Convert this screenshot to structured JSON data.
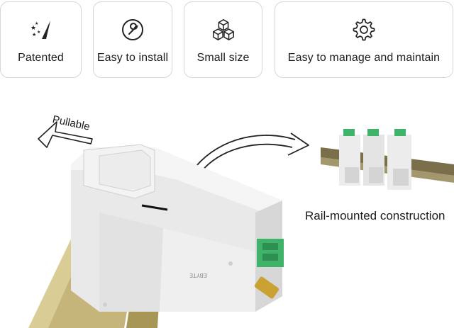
{
  "features": [
    {
      "label": "Patented",
      "icon": "patent-star-icon"
    },
    {
      "label": "Easy to install",
      "icon": "wrench-icon"
    },
    {
      "label": "Small size",
      "icon": "cubes-icon"
    },
    {
      "label": "Easy to manage and maintain",
      "icon": "gear-icon"
    }
  ],
  "scene": {
    "pullable_label": "Pullable",
    "rail_caption": "Rail-mounted construction"
  },
  "colors": {
    "card_border": "#d6d6d6",
    "rail": "#b9a66a",
    "terminal_green": "#3fb36a",
    "housing": "#ececec"
  }
}
